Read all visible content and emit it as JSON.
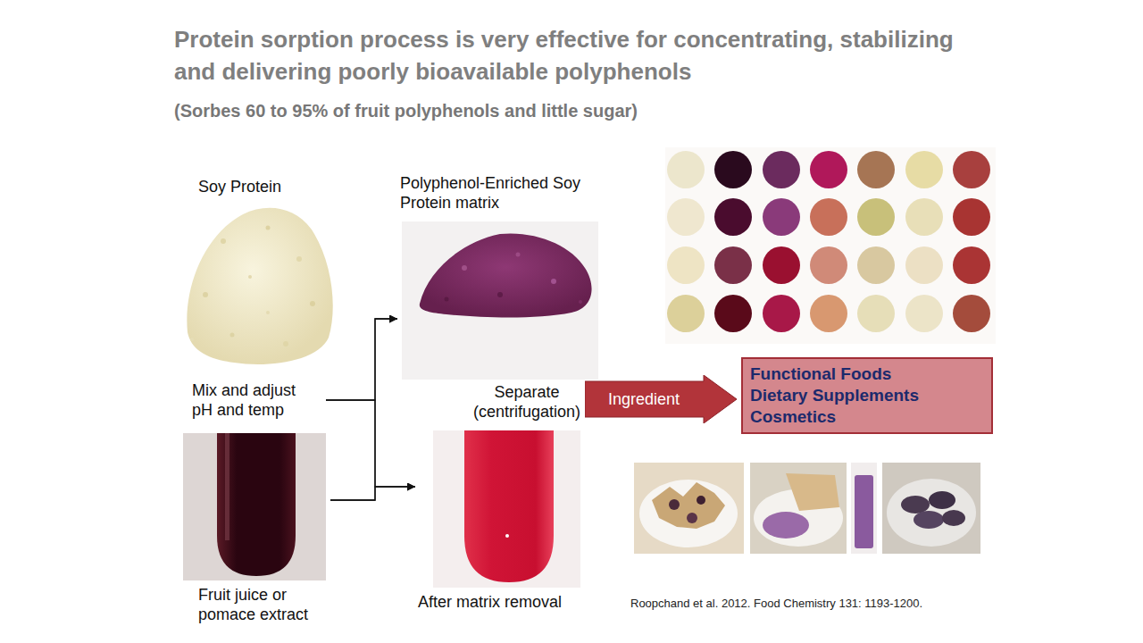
{
  "diagram": {
    "title": "Protein sorption process is very effective for concentrating, stabilizing and delivering poorly bioavailable polyphenols",
    "nodes": [
      {
        "text": [
          "Soy Protein",
          "Mix and adjust pH and temp"
        ]
      },
      {
        "text": [
          "Fruit juice or pomace extract"
        ]
      },
      {
        "text": [
          "Polyphenol-Enriched Soy Protein matrix",
          "Separate (centrifugation)"
        ]
      },
      {
        "text": [
          "After matrix removal"
        ]
      },
      {
        "text": [
          "Ingredient"
        ]
      },
      {
        "text": [
          "Functional Foods",
          "Dietary Supplements",
          "Cosmetics"
        ]
      }
    ],
    "edges": [
      {
        "from": 0,
        "to": 2,
        "arrow": "to"
      },
      {
        "from": 0,
        "to": 3,
        "arrow": "to"
      },
      {
        "from": 1,
        "to": 2,
        "arrow": "to"
      },
      {
        "from": 1,
        "to": 3,
        "arrow": "to"
      }
    ],
    "labels": [
      "(Sorbes 60 to 95% of fruit polyphenols and little sugar)",
      "Roopchand et al. 2012. Food Chemistry 131: 1193-1200."
    ]
  }
}
